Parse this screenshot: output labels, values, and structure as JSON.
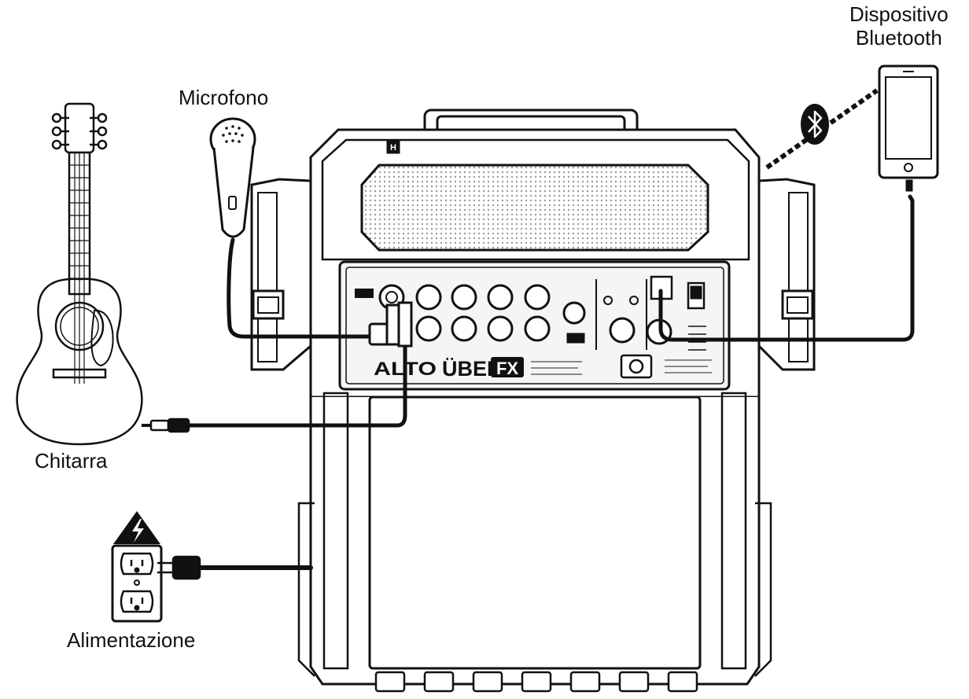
{
  "labels": {
    "bluetooth_line1": "Dispositivo",
    "bluetooth_line2": "Bluetooth",
    "microphone": "Microfono",
    "guitar": "Chitarra",
    "power": "Alimentazione"
  },
  "speaker": {
    "brand": "ALTO",
    "model": "ÜBER",
    "model_badge": "FX",
    "handle_logo": "H"
  },
  "colors": {
    "line": "#111111",
    "cable": "#111111",
    "grille": "#d9d9d9",
    "panel": "#f2f2f2"
  },
  "icons": [
    "guitar-icon",
    "microphone-icon",
    "bluetooth-icon",
    "smartphone-icon",
    "warning-icon",
    "power-outlet-icon",
    "power-plug-icon",
    "guitar-jack-icon"
  ]
}
